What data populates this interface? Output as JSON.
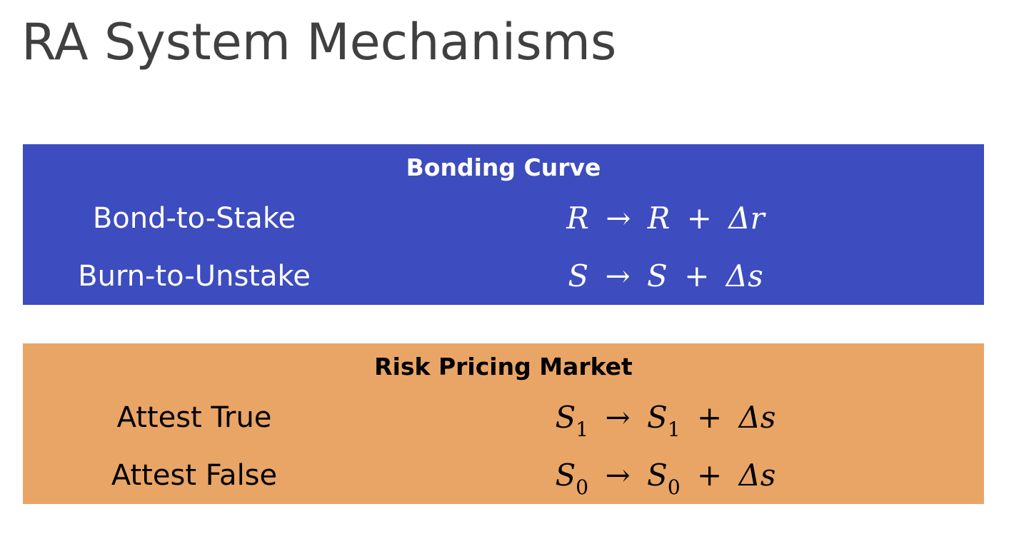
{
  "slide": {
    "title": "RA System Mechanisms"
  },
  "colors": {
    "title_text": "#404040",
    "bonding_panel": "#3d4cbe",
    "risk_panel": "#e9a566"
  },
  "bonding_curve": {
    "header": "Bonding Curve",
    "rows": [
      {
        "label": "Bond-to-Stake",
        "formula": {
          "lhs": "R",
          "arrow": "→",
          "rhs": "R",
          "plus": "+",
          "delta": "Δr",
          "lhs_sub": "",
          "rhs_sub": ""
        }
      },
      {
        "label": "Burn-to-Unstake",
        "formula": {
          "lhs": "S",
          "arrow": "→",
          "rhs": "S",
          "plus": "+",
          "delta": "Δs",
          "lhs_sub": "",
          "rhs_sub": ""
        }
      }
    ]
  },
  "risk_pricing_market": {
    "header": "Risk Pricing Market",
    "rows": [
      {
        "label": "Attest True",
        "formula": {
          "lhs": "S",
          "arrow": "→",
          "rhs": "S",
          "plus": "+",
          "delta": "Δs",
          "lhs_sub": "1",
          "rhs_sub": "1"
        }
      },
      {
        "label": "Attest False",
        "formula": {
          "lhs": "S",
          "arrow": "→",
          "rhs": "S",
          "plus": "+",
          "delta": "Δs",
          "lhs_sub": "0",
          "rhs_sub": "0"
        }
      }
    ]
  }
}
